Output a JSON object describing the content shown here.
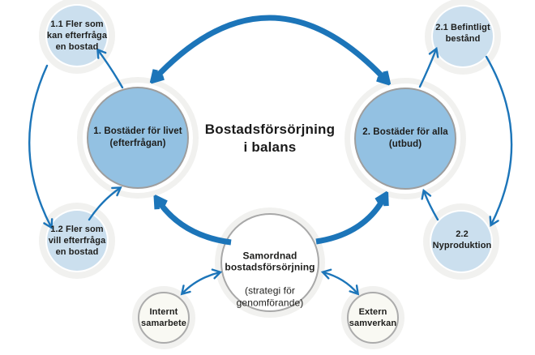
{
  "title": "Bostadsförsörjning\ni balans",
  "nodes": {
    "demand_main": {
      "label": "1. Bostäder för livet\n(efterfrågan)"
    },
    "demand_sub1": {
      "label": "1.1 Fler som\nkan efterfråga\nen bostad"
    },
    "demand_sub2": {
      "label": "1.2 Fler som\nvill efterfråga\nen bostad"
    },
    "supply_main": {
      "label": "2. Bostäder för alla\n(utbud)"
    },
    "supply_sub1": {
      "label": "2.1 Befintligt\nbestånd"
    },
    "supply_sub2": {
      "label": "2.2 Nyproduktion"
    },
    "coordination": {
      "label_bold": "Samordnad\nbostadsförsörjning",
      "label_detail": "(strategi för\ngenomförande)"
    },
    "internal": {
      "label": "Internt\nsamarbete"
    },
    "external": {
      "label": "Extern\nsamverkan"
    }
  },
  "colors": {
    "arrow_blue": "#1c75b9",
    "main_circle_fill": "#93c1e2",
    "sub_circle_fill": "#cbdfee",
    "circle_border": "#9e9e9e",
    "white_circle_fill": "#f9f9f3",
    "coord_circle_fill": "#ffffff",
    "halo": "#f1f1ef",
    "text": "#1d1d1b"
  }
}
